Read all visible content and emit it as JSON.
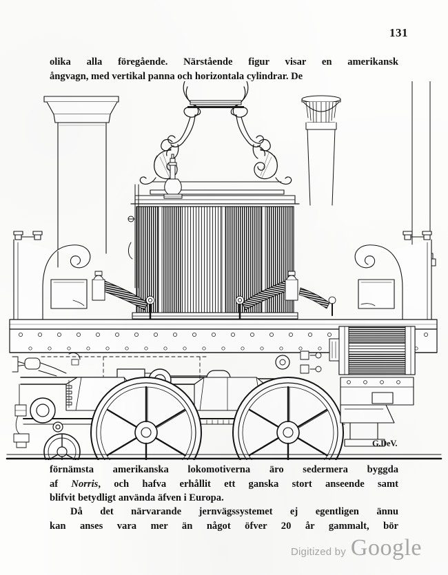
{
  "page": {
    "folio": "131",
    "language": "Swedish",
    "background_color": "#fdfdfc",
    "ink_color": "#131313"
  },
  "top_text": {
    "lines": [
      "olika  alla  föregående.    Närstående  figur  visar  en  amerikansk",
      "ångvagn,  med  vertikal  panna  och  horizontala  cylindrar.    De"
    ]
  },
  "bottom_text": {
    "paragraph1": {
      "line1": "förnämsta  amerikanska  lokomotiverna  äro  sedermera  byggda",
      "line2_before": "af ",
      "line2_italic": "Norris",
      "line2_after": ",  och  hafva  erhållit  ett  ganska  stort  anseende  samt",
      "line3": "blifvit  betydligt  använda  äfven  i  Europa."
    },
    "paragraph2": {
      "line1": "Då  det  närvarande  jernvägssystemet  ej  egentligen  ännu",
      "line2": "kan  anses  vara  mer  än  något  öfver  20  år  gammalt,  bör"
    }
  },
  "figure": {
    "caption_signature": "G.DeV.",
    "subject": "American vertical-boiler steam locomotive (ångvagn)",
    "engraving_style": "line engraving / wood engraving",
    "elements": [
      "architectural column left",
      "fluted capital column right",
      "wrought-iron scroll hanger brackets",
      "vertical boiler with tube hatching",
      "safety valve",
      "leaf springs",
      "riveted frame",
      "spoked driving wheels",
      "horizontal cylinder",
      "rail ground line"
    ]
  },
  "watermark": {
    "lead": "Digitized by",
    "brand": "Google",
    "color": "#a9a9a9"
  }
}
